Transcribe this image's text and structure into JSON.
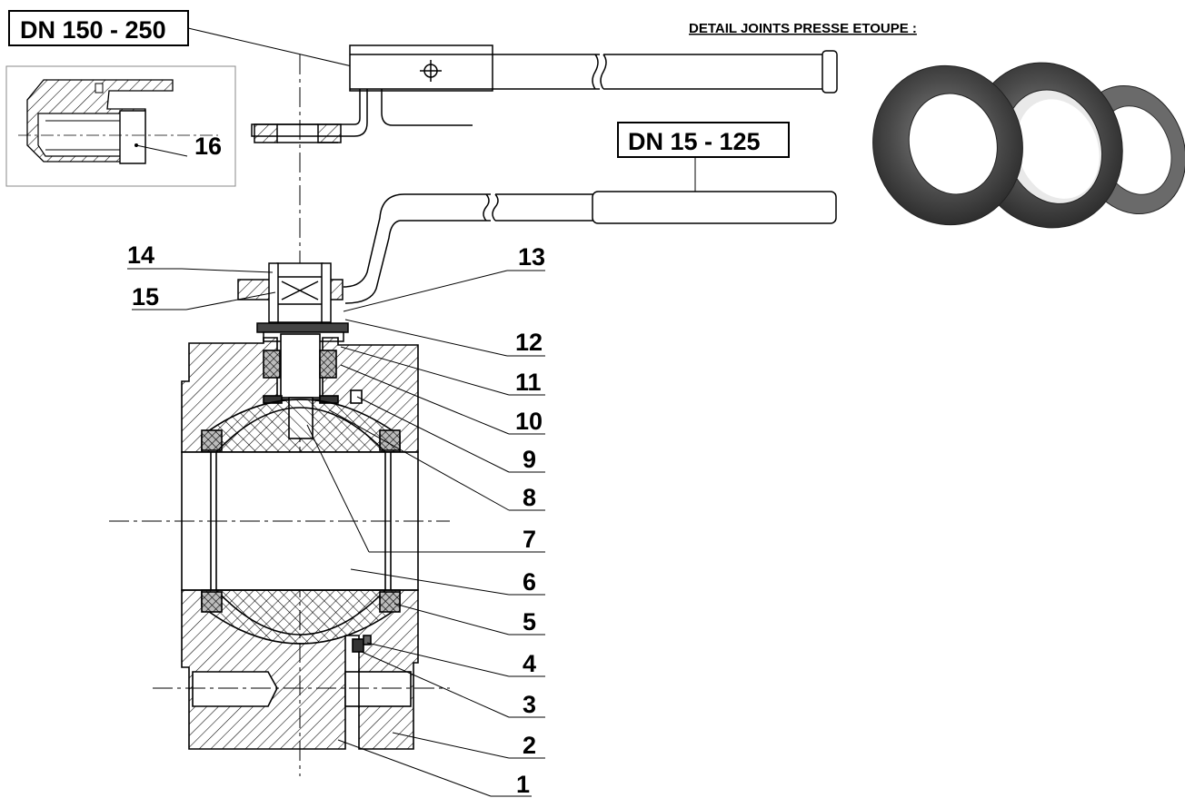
{
  "labels": {
    "dn_large": "DN 150 - 250",
    "dn_small": "DN 15 - 125",
    "detail_title": "DETAIL JOINTS PRESSE ETOUPE :"
  },
  "detail_inset": {
    "callout": "16"
  },
  "callouts_left": [
    "14",
    "15"
  ],
  "callouts_right": [
    "13",
    "12",
    "11",
    "10",
    "9",
    "8",
    "7",
    "6",
    "5",
    "4",
    "3",
    "2",
    "1"
  ],
  "colors": {
    "line": "#000000",
    "hatch": "#000000",
    "seal": "#555555",
    "ring": "#3d3d3d"
  }
}
